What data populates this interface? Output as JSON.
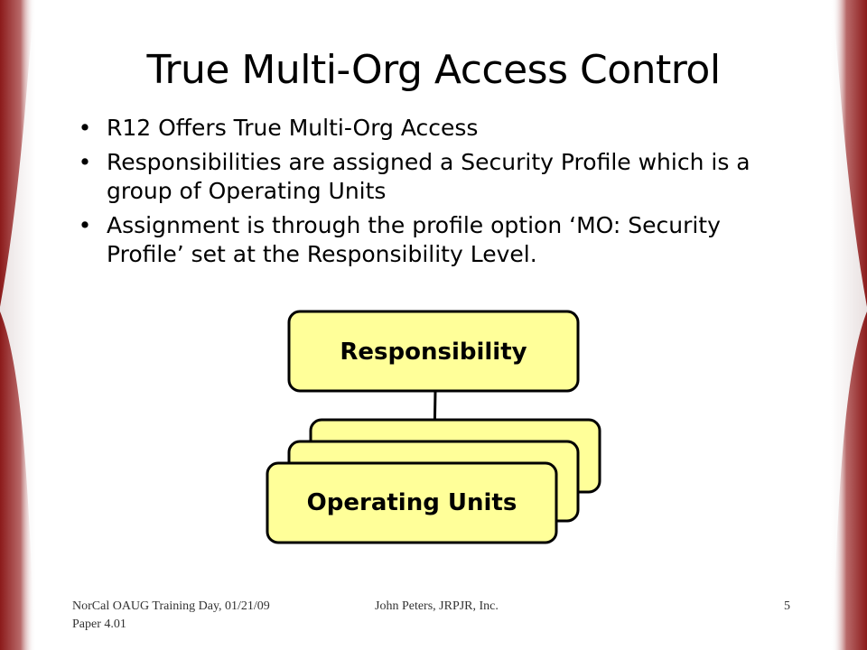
{
  "slide": {
    "title": "True Multi-Org Access Control",
    "bullets": [
      "R12 Offers True Multi-Org Access",
      "Responsibilities are assigned a Security Profile which is a group of Operating Units",
      "Assignment is through the profile option ‘MO: Security Profile’ set at the Responsibility Level."
    ],
    "bullet_symbol": "•"
  },
  "diagram": {
    "top_box_label": "Responsibility",
    "bottom_box_label": "Operating Units",
    "box_fill": "#ffff99",
    "box_stroke": "#000000"
  },
  "footer": {
    "left_line1": "NorCal OAUG Training  Day, 01/21/09",
    "left_line2": "Paper  4.01",
    "center": "John Peters, JRPJR, Inc.",
    "page_number": "5"
  },
  "theme": {
    "curtain_color": "#7a1a1a"
  }
}
